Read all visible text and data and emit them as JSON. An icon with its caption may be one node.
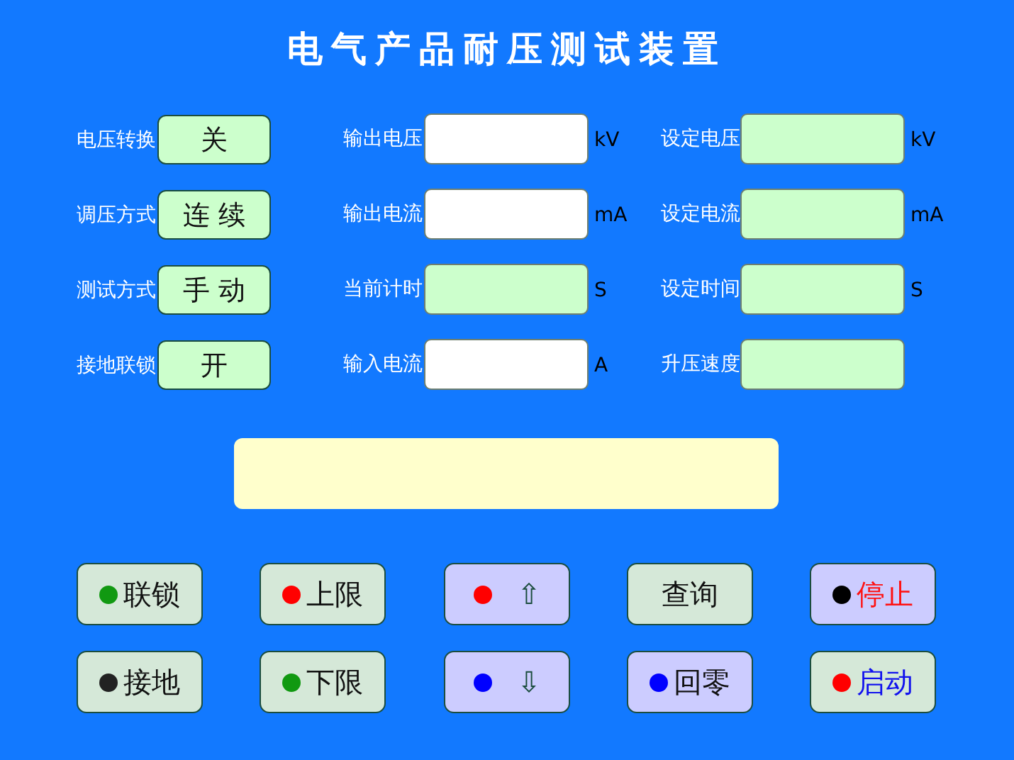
{
  "diagram": {
    "title": "电气产品耐压测试装置",
    "nodes": [
      {
        "text": [
          "关"
        ],
        "beside": [
          "电压转换"
        ]
      },
      {
        "text": [],
        "shape": "box",
        "beside": [
          "输出电压",
          "kV"
        ]
      },
      {
        "text": [],
        "shape": "box",
        "beside": [
          "设定电压",
          "kV"
        ]
      },
      {
        "text": [
          "连 续"
        ],
        "beside": [
          "调压方式"
        ]
      },
      {
        "text": [],
        "shape": "box",
        "beside": [
          "输出电流",
          "mA"
        ]
      },
      {
        "text": [],
        "shape": "box",
        "beside": [
          "设定电流",
          "mA"
        ]
      },
      {
        "text": [
          "手 动"
        ],
        "beside": [
          "测试方式"
        ]
      },
      {
        "text": [],
        "shape": "box",
        "beside": [
          "当前计时",
          "S"
        ]
      },
      {
        "text": [],
        "shape": "box",
        "beside": [
          "设定时间",
          "S"
        ]
      },
      {
        "text": [
          "开"
        ],
        "beside": [
          "接地联锁"
        ]
      },
      {
        "text": [],
        "shape": "box",
        "beside": [
          "输入电流",
          "A"
        ]
      },
      {
        "text": [],
        "shape": "box",
        "beside": [
          "升压速度"
        ]
      },
      {
        "text": [],
        "shape": "box"
      },
      {
        "text": [
          "联锁"
        ]
      },
      {
        "text": [
          "上限"
        ]
      },
      {
        "text": [
          "⇧"
        ]
      },
      {
        "text": [
          "查询"
        ]
      },
      {
        "text": [
          "停止"
        ]
      },
      {
        "text": [
          "接地"
        ]
      },
      {
        "text": [
          "下限"
        ]
      },
      {
        "text": [
          "⇩"
        ]
      },
      {
        "text": [
          "回零"
        ]
      },
      {
        "text": [
          "启动"
        ]
      }
    ]
  }
}
